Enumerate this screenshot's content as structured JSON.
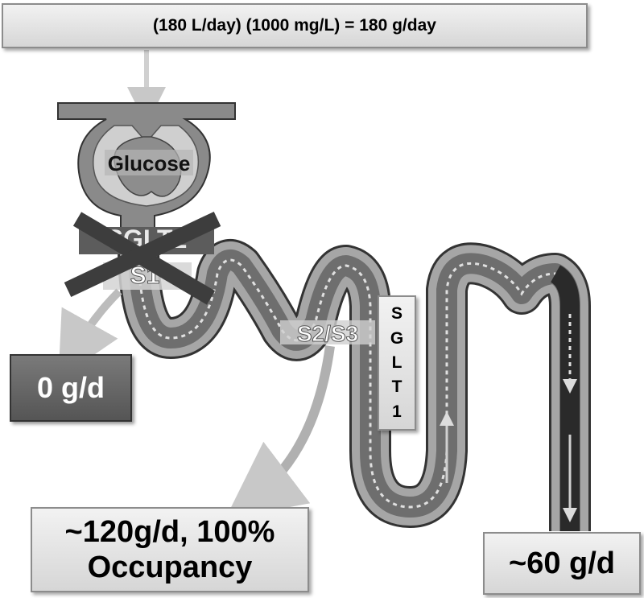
{
  "formula": "(180 L/day) (1000 mg/L) = 180 g/day",
  "glomerulus_label": "Glucose",
  "sglt2_label": "SGLT2",
  "s1_label": "S1",
  "s2s3_label": "S2/S3",
  "sglt1_letters": [
    "S",
    "G",
    "L",
    "T",
    "1"
  ],
  "out_s1": "0 g/d",
  "out_s2s3_line1": "~120g/d, 100%",
  "out_s2s3_line2": "Occupancy",
  "out_end": "~60 g/d"
}
